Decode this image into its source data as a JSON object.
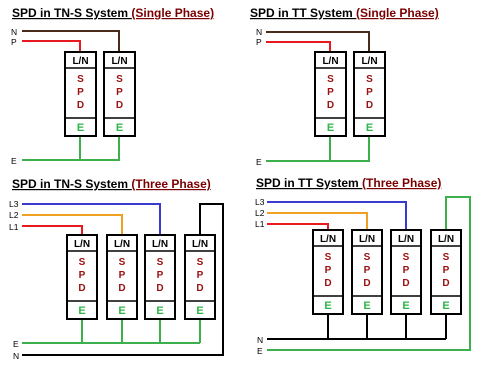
{
  "colors": {
    "neutral": "#4a2a1a",
    "phase": "#e8191f",
    "l1": "#e8191f",
    "l2": "#f0a020",
    "l3": "#3a3ad0",
    "n_three": "#000000",
    "earth": "#3cb04c",
    "label_red": "#9b1010",
    "earth_text": "#2fb54a"
  },
  "spd": {
    "ln": "L/N",
    "s": "S",
    "p": "P",
    "d": "D",
    "e": "E"
  },
  "diagrams": [
    {
      "title_main": "SPD in TN-S System ",
      "title_phase": "(Single Phase)",
      "lines": [
        "N",
        "P",
        "E"
      ]
    },
    {
      "title_main": "SPD in TT System ",
      "title_phase": "(Single Phase)",
      "lines": [
        "N",
        "P",
        "E"
      ]
    },
    {
      "title_main": "SPD in TN-S System ",
      "title_phase": "(Three Phase)",
      "lines": [
        "L3",
        "L2",
        "L1",
        "E",
        "N"
      ]
    },
    {
      "title_main": "SPD in TT System ",
      "title_phase": "(Three Phase)",
      "lines": [
        "L3",
        "L2",
        "L1",
        "N",
        "E"
      ]
    }
  ]
}
